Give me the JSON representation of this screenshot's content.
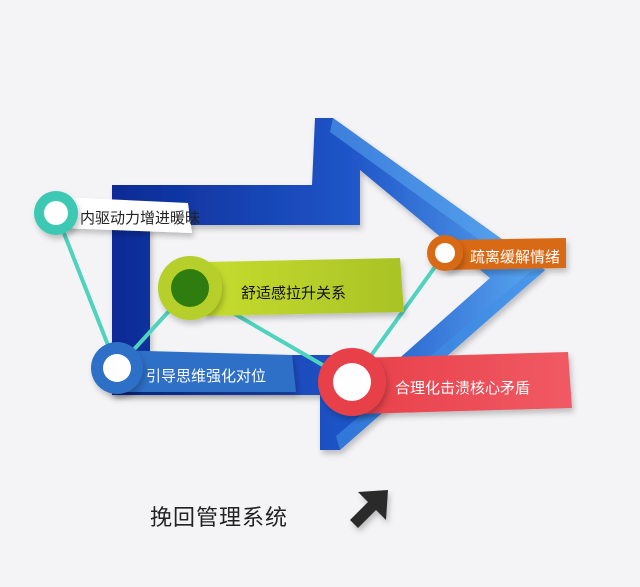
{
  "labels": {
    "drive": "内驱动力增进暖昧",
    "comfort": "舒适感拉升关系",
    "guide": "引导思维强化对位",
    "rational": "合理化击溃核心矛盾",
    "soothe": "疏离缓解情绪"
  },
  "caption": "挽回管理系统",
  "icons": {
    "arrow": "arrow-shape-icon",
    "pointer": "pointer-arrow-icon"
  },
  "colors": {
    "arrow_dark": "#0d2a9a",
    "arrow_light": "#2a7fe0",
    "teal": "#3cc8b4",
    "lime": "#b6cf2c",
    "lime_dark": "#2f7d10",
    "blue_node": "#2f6fc7",
    "red": "#e8404a",
    "orange": "#d86a12",
    "connector": "#4fd3bf"
  }
}
